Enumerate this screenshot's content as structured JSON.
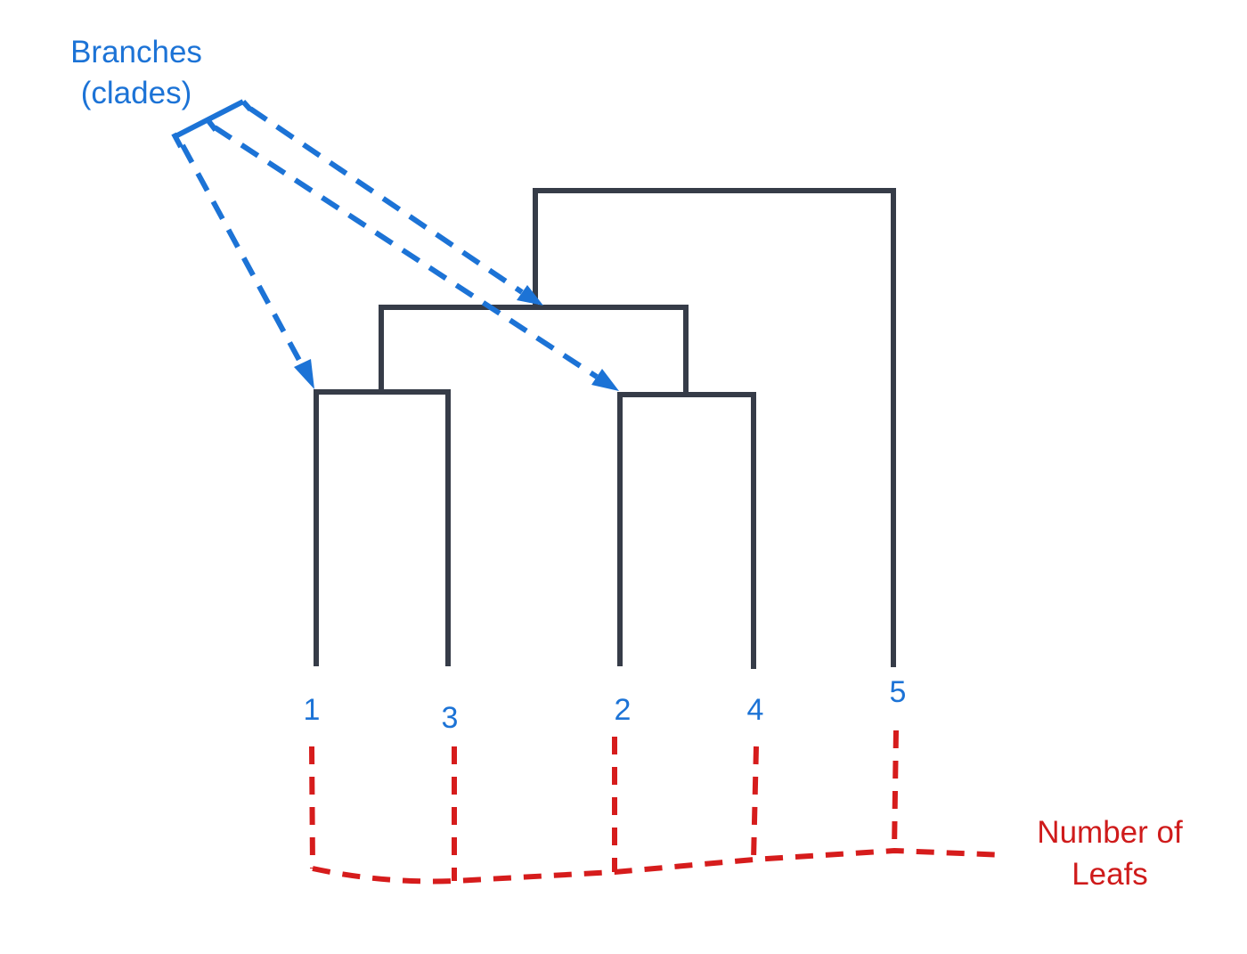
{
  "annotations": {
    "branches_line1": "Branches",
    "branches_line2": "(clades)",
    "leafs_line1": "Number of",
    "leafs_line2": "Leafs"
  },
  "leaves": [
    "1",
    "3",
    "2",
    "4",
    "5"
  ],
  "colors": {
    "tree": "#363c48",
    "branch_annotation": "#1c73d6",
    "leaf_annotation": "#d61c1c"
  }
}
